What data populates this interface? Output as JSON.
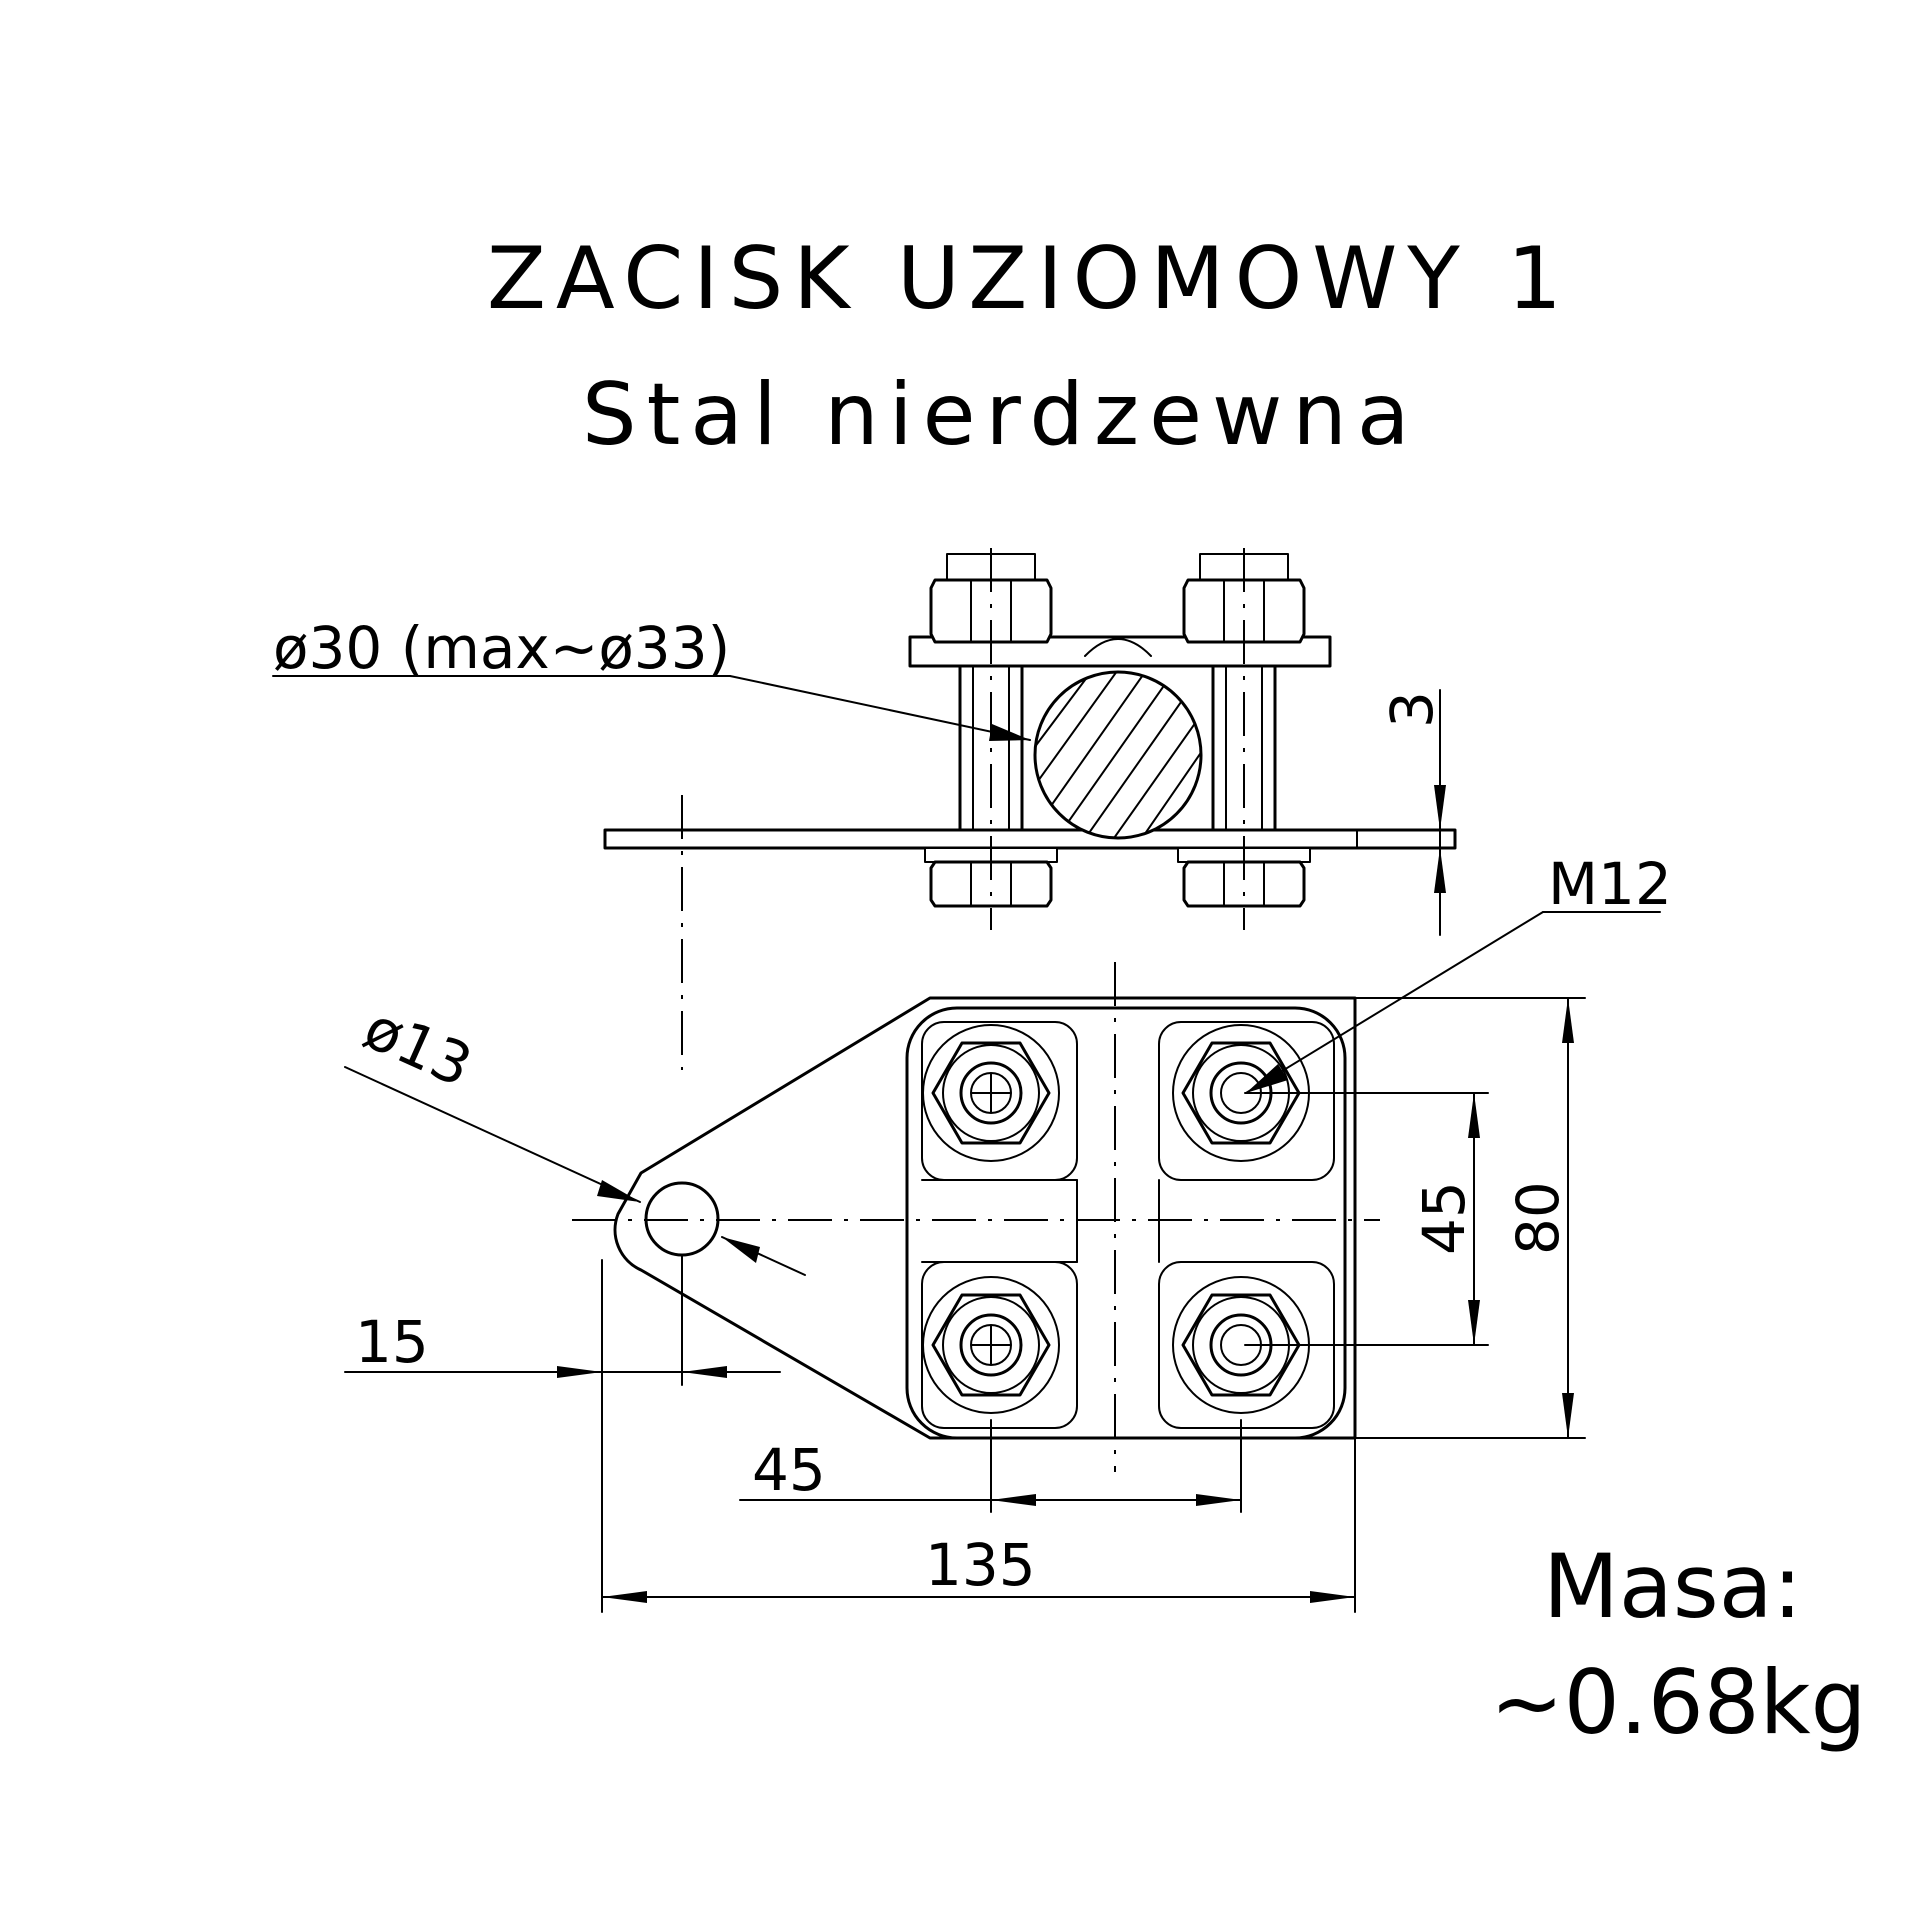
{
  "title": {
    "line1": "ZACISK UZIOMOWY 1",
    "line2": "Stal nierdzewna"
  },
  "dimensions": {
    "rod_diameter": "ø30 (max~ø33)",
    "thickness": "3",
    "thread": "M12",
    "hole_diameter": "ø13",
    "vertical_spacing": "45",
    "height": "80",
    "edge_offset": "15",
    "horizontal_spacing": "45",
    "length": "135"
  },
  "mass": {
    "label": "Masa:",
    "value": "~0.68kg"
  }
}
